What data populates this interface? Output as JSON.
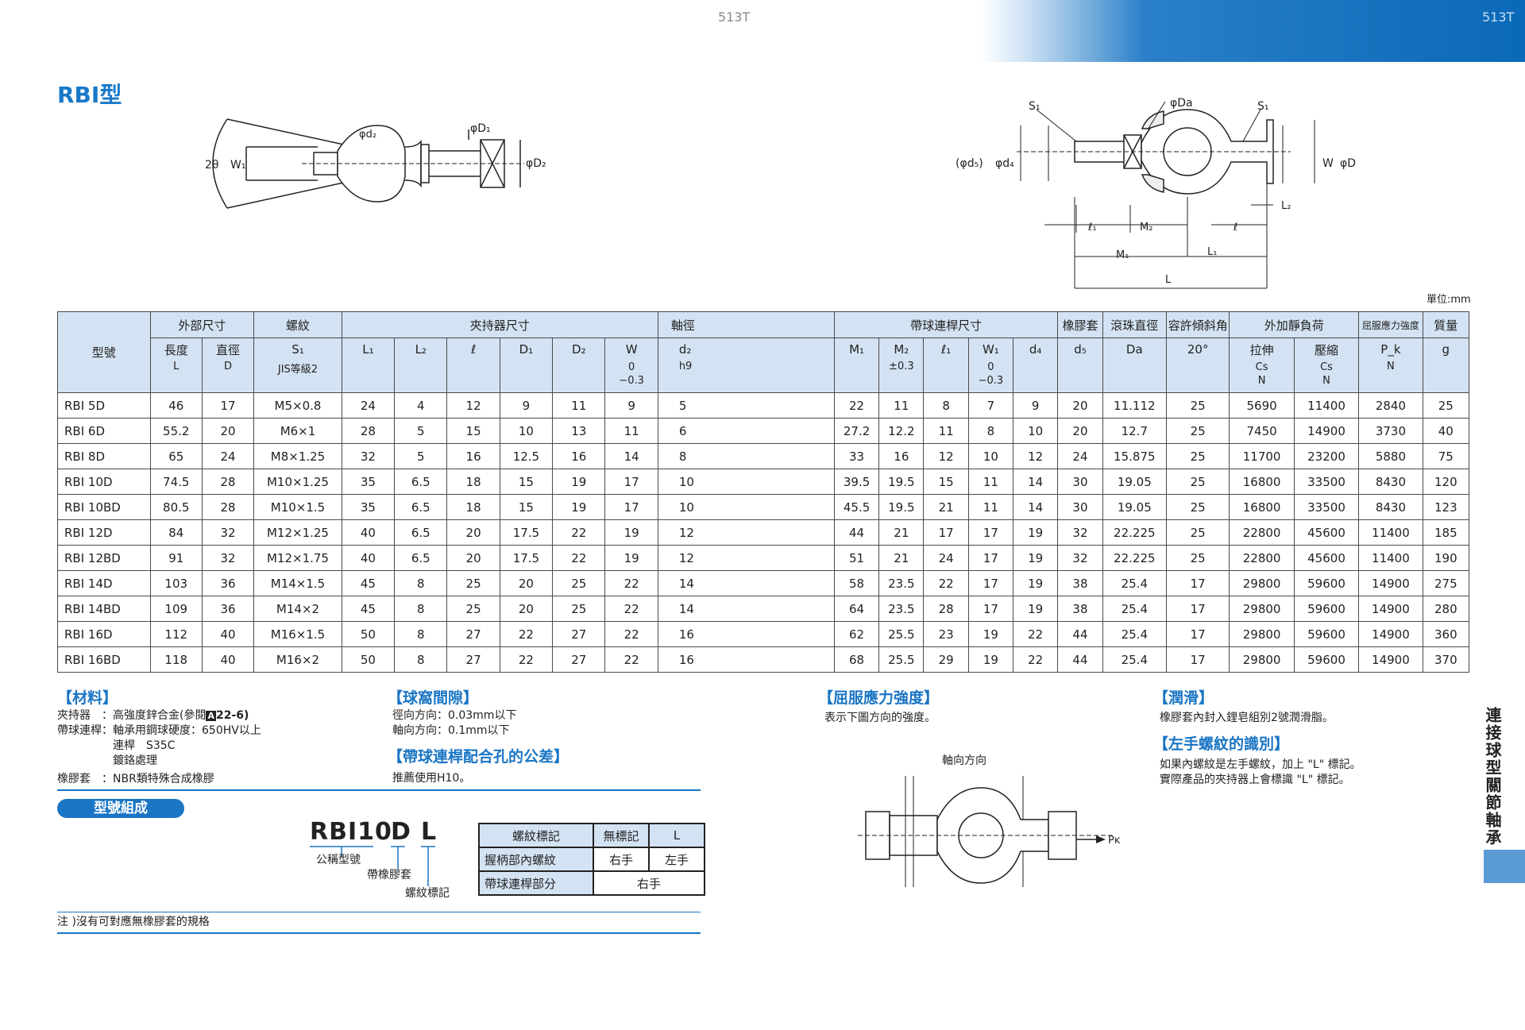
{
  "header": {
    "page_left": "513T",
    "page_right": "513T"
  },
  "title": "RBI型",
  "unit": "單位:mm",
  "fig_left": {
    "angle": "2θ",
    "w1": "W₁",
    "d2": "φd₂",
    "D1": "φD₁",
    "D2": "φD₂"
  },
  "fig_right": {
    "S1a": "S₁",
    "Da": "φDa",
    "S1b": "S₁",
    "d5": "(φd₅)",
    "d4": "φd₄",
    "W": "W",
    "D": "φD",
    "L2": "L₂",
    "l1": "ℓ₁",
    "M2": "M₂",
    "l": "ℓ",
    "M1": "M₁",
    "L1": "L₁",
    "L": "L"
  },
  "table": {
    "h1": {
      "model": "型號",
      "outer": "外部尺寸",
      "thread": "螺紋",
      "holder": "夾持器尺寸",
      "shaft": "軸徑",
      "rod": "帶球連桿尺寸",
      "rubber": "橡膠套",
      "ball": "滾珠直徑",
      "tilt": "容許傾斜角",
      "load": "外加靜負荷",
      "yield": "屈服應力強度",
      "mass": "質量"
    },
    "h2": {
      "L": "長度",
      "D": "直徑",
      "S1": "S₁",
      "L1": "L₁",
      "L2": "L₂",
      "l": "ℓ",
      "D1": "D₁",
      "D2": "D₂",
      "W": "W",
      "d2": "d₂",
      "M1": "M₁",
      "M2": "M₂",
      "l1": "ℓ₁",
      "W1": "W₁",
      "d4": "d₄",
      "d5": "d₅",
      "Da": "Da",
      "angle": "20°",
      "tension": "拉伸",
      "comp": "壓縮",
      "Pk": "P_k",
      "g": "g"
    },
    "h3": {
      "L": "L",
      "D": "D",
      "S1": "JIS等級2",
      "W": "0\n−0.3",
      "d2": "h9",
      "M2": "±0.3",
      "W1": "0\n−0.3",
      "tension": "Cs\nN",
      "comp": "Cs\nN",
      "Pk": "N"
    },
    "rows": [
      [
        "RBI 5D",
        "46",
        "17",
        "M5×0.8",
        "24",
        "4",
        "12",
        "9",
        "11",
        "9",
        "5",
        "22",
        "11",
        "8",
        "7",
        "9",
        "20",
        "11.112",
        "25",
        "5690",
        "11400",
        "2840",
        "25"
      ],
      [
        "RBI 6D",
        "55.2",
        "20",
        "M6×1",
        "28",
        "5",
        "15",
        "10",
        "13",
        "11",
        "6",
        "27.2",
        "12.2",
        "11",
        "8",
        "10",
        "20",
        "12.7",
        "25",
        "7450",
        "14900",
        "3730",
        "40"
      ],
      [
        "RBI 8D",
        "65",
        "24",
        "M8×1.25",
        "32",
        "5",
        "16",
        "12.5",
        "16",
        "14",
        "8",
        "33",
        "16",
        "12",
        "10",
        "12",
        "24",
        "15.875",
        "25",
        "11700",
        "23200",
        "5880",
        "75"
      ],
      [
        "RBI 10D",
        "74.5",
        "28",
        "M10×1.25",
        "35",
        "6.5",
        "18",
        "15",
        "19",
        "17",
        "10",
        "39.5",
        "19.5",
        "15",
        "11",
        "14",
        "30",
        "19.05",
        "25",
        "16800",
        "33500",
        "8430",
        "120"
      ],
      [
        "RBI 10BD",
        "80.5",
        "28",
        "M10×1.5",
        "35",
        "6.5",
        "18",
        "15",
        "19",
        "17",
        "10",
        "45.5",
        "19.5",
        "21",
        "11",
        "14",
        "30",
        "19.05",
        "25",
        "16800",
        "33500",
        "8430",
        "123"
      ],
      [
        "RBI 12D",
        "84",
        "32",
        "M12×1.25",
        "40",
        "6.5",
        "20",
        "17.5",
        "22",
        "19",
        "12",
        "44",
        "21",
        "17",
        "17",
        "19",
        "32",
        "22.225",
        "25",
        "22800",
        "45600",
        "11400",
        "185"
      ],
      [
        "RBI 12BD",
        "91",
        "32",
        "M12×1.75",
        "40",
        "6.5",
        "20",
        "17.5",
        "22",
        "19",
        "12",
        "51",
        "21",
        "24",
        "17",
        "19",
        "32",
        "22.225",
        "25",
        "22800",
        "45600",
        "11400",
        "190"
      ],
      [
        "RBI 14D",
        "103",
        "36",
        "M14×1.5",
        "45",
        "8",
        "25",
        "20",
        "25",
        "22",
        "14",
        "58",
        "23.5",
        "22",
        "17",
        "19",
        "38",
        "25.4",
        "17",
        "29800",
        "59600",
        "14900",
        "275"
      ],
      [
        "RBI 14BD",
        "109",
        "36",
        "M14×2",
        "45",
        "8",
        "25",
        "20",
        "25",
        "22",
        "14",
        "64",
        "23.5",
        "28",
        "17",
        "19",
        "38",
        "25.4",
        "17",
        "29800",
        "59600",
        "14900",
        "280"
      ],
      [
        "RBI 16D",
        "112",
        "40",
        "M16×1.5",
        "50",
        "8",
        "27",
        "22",
        "27",
        "22",
        "16",
        "62",
        "25.5",
        "23",
        "19",
        "22",
        "44",
        "25.4",
        "17",
        "29800",
        "59600",
        "14900",
        "360"
      ],
      [
        "RBI 16BD",
        "118",
        "40",
        "M16×2",
        "50",
        "8",
        "27",
        "22",
        "27",
        "22",
        "16",
        "68",
        "25.5",
        "29",
        "19",
        "22",
        "44",
        "25.4",
        "17",
        "29800",
        "59600",
        "14900",
        "370"
      ]
    ]
  },
  "material": {
    "title": "【材料】",
    "l1": "夾持器　：高強度鋅合金(參閱",
    "ref": "A",
    "l1b": "22-6)",
    "l2": "帶球連桿：軸承用鋼球硬度：650HV以上",
    "l3": "連桿　S35C",
    "l4": "鍍鉻處理",
    "l5": "橡膠套　：NBR類特殊合成橡膠"
  },
  "clearance": {
    "title": "【球窩間隙】",
    "l1": "徑向方向：0.03mm以下",
    "l2": "軸向方向：0.1mm以下"
  },
  "fit": {
    "title": "【帶球連桿配合孔的公差】",
    "l1": "推薦使用H10。"
  },
  "yield_sec": {
    "title": "【屈服應力強度】",
    "l1": "表示下圖方向的強度。",
    "axial": "軸向方向",
    "pk": "Pᴋ"
  },
  "lube": {
    "title": "【潤滑】",
    "l1": "橡膠套內封入鋰皂組別2號潤滑脂。"
  },
  "lefthand": {
    "title": "【左手螺紋的識別】",
    "l1": "如果內螺紋是左手螺紋，加上 \"L\" 標記。",
    "l2": "實際產品的夾持器上會標識 \"L\" 標記。"
  },
  "code": {
    "pill": "型號組成",
    "main": "RBI10",
    "d": "D",
    "l": "L",
    "n1": "公稱型號",
    "n2": "帶橡膠套",
    "n3": "螺紋標記"
  },
  "thread_tbl": {
    "h0": "螺紋標記",
    "h1": "無標記",
    "h2": "L",
    "r1": "握柄部內螺紋",
    "r1a": "右手",
    "r1b": "左手",
    "r2": "帶球連桿部分",
    "r2a": "右手"
  },
  "note": "注 )沒有可對應無橡膠套的規格",
  "sidebar": "連接球型關節軸承"
}
